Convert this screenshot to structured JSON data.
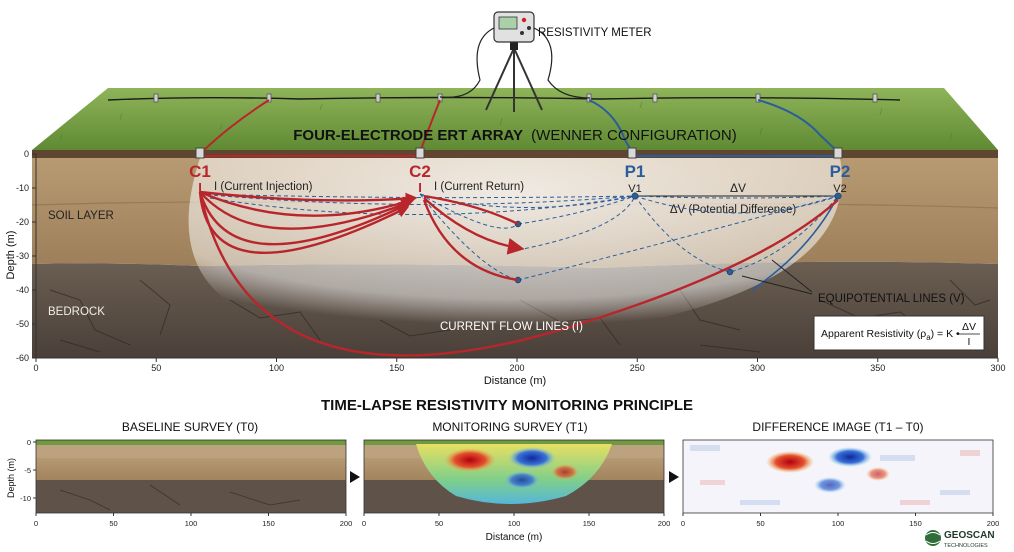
{
  "meter": {
    "label": "RESISTIVITY METER"
  },
  "main": {
    "title_bold": "FOUR-ELECTRODE ERT ARRAY",
    "title_rest": "(WENNER CONFIGURATION)",
    "axis_x_label": "Distance (m)",
    "axis_y_label": "Depth (m)",
    "x_ticks": [
      "0",
      "50",
      "100",
      "150",
      "200",
      "250",
      "300",
      "350",
      "300"
    ],
    "y_ticks": [
      "0",
      "-10",
      "-20",
      "-30",
      "-40",
      "-50",
      "-60"
    ],
    "layers": {
      "soil": "SOIL LAYER",
      "bedrock": "BEDROCK"
    },
    "electrodes": {
      "c1": "C1",
      "c2": "C2",
      "p1": "P1",
      "p2": "P2",
      "c1_sub": "I",
      "c2_sub": "I",
      "p1_sub": "V1",
      "p2_sub": "V2"
    },
    "annotations": {
      "current_injection": "I (Current Injection)",
      "current_return": "I (Current Return)",
      "delta_v": "ΔV",
      "potential_difference": "ΔV (Potential Difference)",
      "equipotential": "EQUIPOTENTIAL LINES (V)",
      "current_flow": "CURRENT FLOW LINES (I)"
    },
    "formula": {
      "prefix": "Apparent Resistivity (ρ",
      "subscript": "a",
      "middle": ") = K •",
      "numerator": "ΔV",
      "denominator": "I"
    }
  },
  "timelapse": {
    "title": "TIME-LAPSE RESISTIVITY MONITORING PRINCIPLE",
    "panels": [
      {
        "title": "BASELINE SURVEY (T0)"
      },
      {
        "title": "MONITORING SURVEY (T1)"
      },
      {
        "title": "DIFFERENCE IMAGE (T1 – T0)"
      }
    ],
    "x_ticks": [
      "0",
      "50",
      "100",
      "150",
      "200"
    ],
    "y_ticks": [
      "0",
      "-5",
      "-10"
    ],
    "y_label": "Depth (m)",
    "x_label": "Distance (m)"
  },
  "logo": {
    "name": "GEOSCAN",
    "sub": "TECHNOLOGIES"
  },
  "colors": {
    "current": "#b8262c",
    "potential": "#2a5d9c",
    "grass": "#6f9a3f",
    "soil": "#a88a63",
    "bedrock": "#5c5046"
  }
}
